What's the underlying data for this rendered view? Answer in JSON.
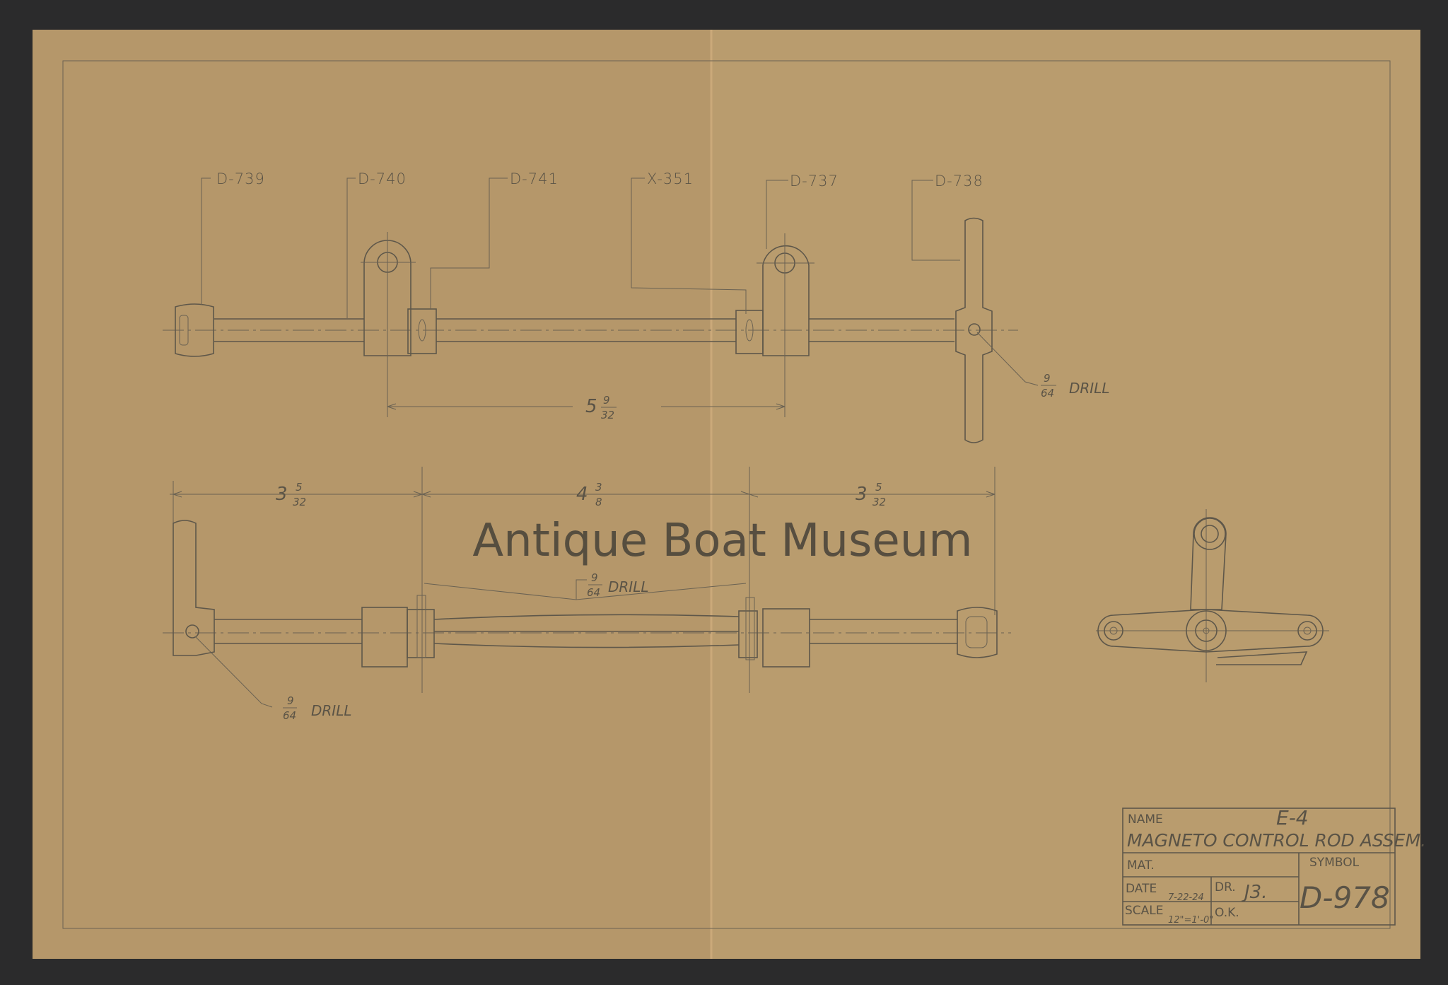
{
  "watermark": "Antique Boat Museum",
  "part_labels": [
    "D-739",
    "D-740",
    "D-741",
    "X-351",
    "D-737",
    "D-738"
  ],
  "dimensions": {
    "top_span": {
      "whole": "5",
      "num": "9",
      "den": "32"
    },
    "bottom_left": {
      "whole": "3",
      "num": "5",
      "den": "32"
    },
    "bottom_middle": {
      "whole": "4",
      "num": "3",
      "den": "8"
    },
    "bottom_right": {
      "whole": "3",
      "num": "5",
      "den": "32"
    }
  },
  "drill_notes": [
    {
      "num": "9",
      "den": "64",
      "text": "DRILL"
    },
    {
      "num": "9",
      "den": "64",
      "text": "DRILL"
    },
    {
      "num": "9",
      "den": "64",
      "text": "DRILL"
    }
  ],
  "title_block": {
    "name_label": "NAME",
    "name_code": "E-4",
    "name_value": "MAGNETO CONTROL ROD ASSEM.",
    "mat_label": "MAT.",
    "symbol_label": "SYMBOL",
    "date_label": "DATE",
    "date_value": "7-22-24",
    "dr_label": "DR.",
    "dr_value": "J3.",
    "scale_label": "SCALE",
    "scale_value": "12\"=1'-0\"",
    "ok_label": "O.K.",
    "symbol_value": "D-978"
  }
}
